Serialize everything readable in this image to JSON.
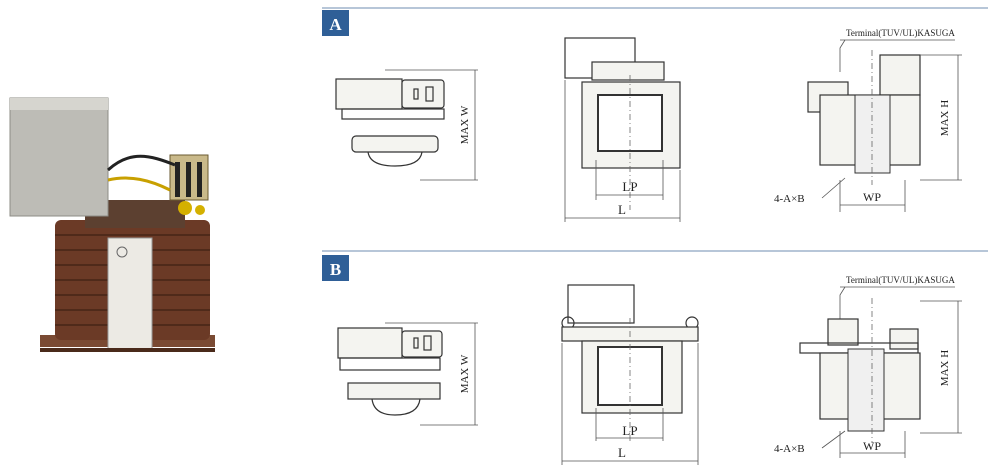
{
  "panels": [
    {
      "label": "A",
      "max_w": "MAX W",
      "lp": "LP",
      "l": "L",
      "terminal": "Terminal(TUV/UL)KASUGA",
      "max_h": "MAX H",
      "mount": "4-A×B",
      "wp": "WP"
    },
    {
      "label": "B",
      "max_w": "MAX W",
      "lp": "LP",
      "l": "L",
      "terminal": "Terminal(TUV/UL)KASUGA",
      "max_h": "MAX H",
      "mount": "4-A×B",
      "wp": "WP"
    }
  ],
  "colors": {
    "label_bg": "#2f5f97",
    "rule": "#9fb4cc",
    "coil": "#6b3a26",
    "case": "#b9b9b4"
  }
}
